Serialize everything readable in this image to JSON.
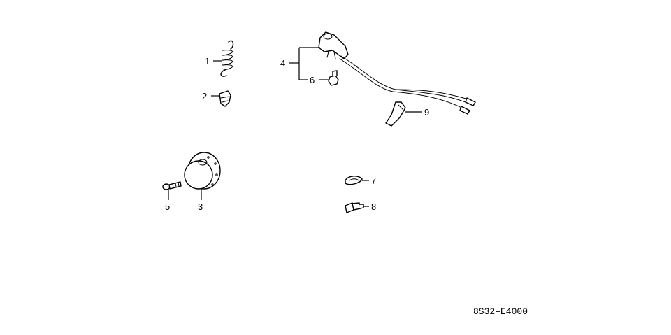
{
  "callouts": {
    "c1": "1",
    "c2": "2",
    "c3": "3",
    "c4": "4",
    "c5": "5",
    "c6": "6",
    "c7": "7",
    "c8": "8",
    "c9": "9"
  },
  "diagram_code": "8S32–E4000",
  "colors": {
    "ink": "#000000",
    "background": "#ffffff"
  }
}
